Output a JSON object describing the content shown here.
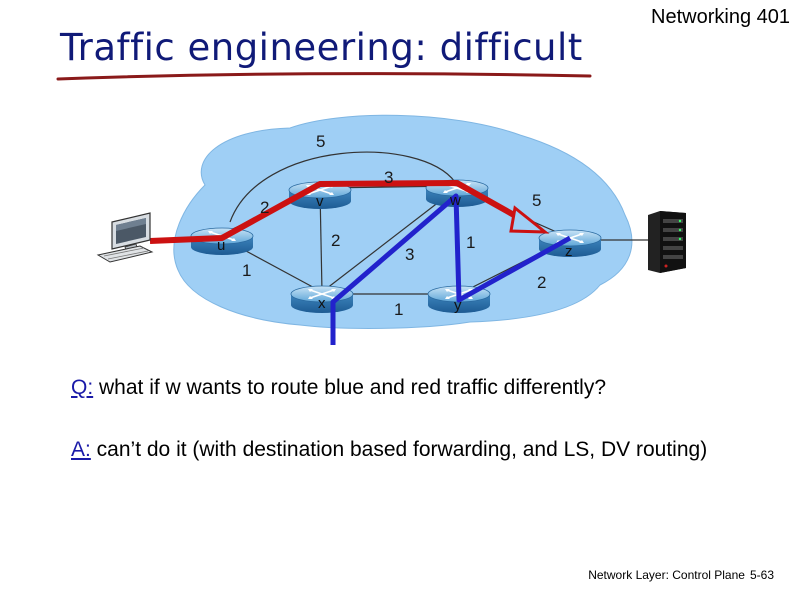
{
  "header": {
    "course": "Networking 401"
  },
  "slide": {
    "title": "Traffic engineering: difficult"
  },
  "network": {
    "routers": [
      "u",
      "v",
      "w",
      "x",
      "y",
      "z"
    ],
    "link_costs": {
      "u_v": "2",
      "u_x": "1",
      "v_w": "3",
      "v_x": "2",
      "v_y": "5",
      "w_x": "3",
      "w_y": "1",
      "w_z": "5",
      "x_y": "1",
      "y_z": "2"
    },
    "paths": {
      "red_color": "#cc1111",
      "blue_color": "#2222cc"
    },
    "cloud_color": "#9fcff5"
  },
  "qa": {
    "q_tag": "Q:",
    "q_text": " what if w wants to route blue and red traffic differently?",
    "a_tag": "A:",
    "a_text": " can’t do it (with destination based forwarding, and LS, DV routing)"
  },
  "footer": {
    "chapter": "Network Layer: Control Plane",
    "page": "5-63"
  }
}
